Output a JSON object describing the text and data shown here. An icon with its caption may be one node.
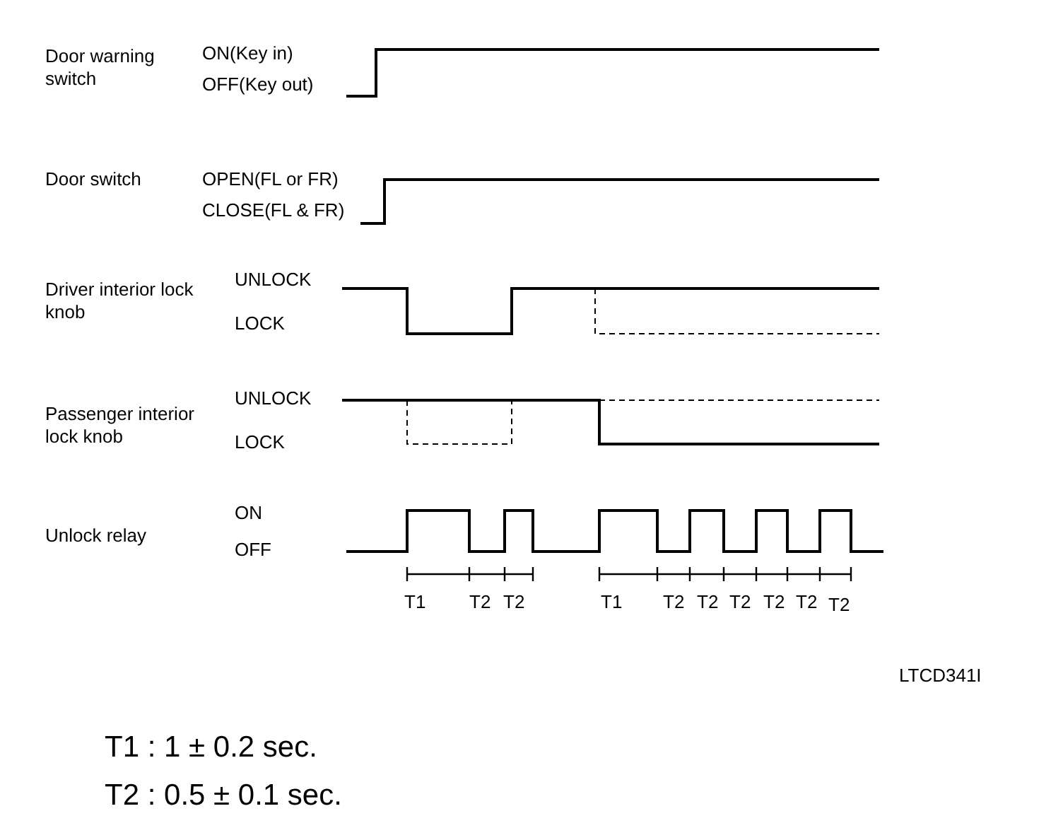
{
  "diagram": {
    "labels": [
      "Door warning switch",
      "ON(Key in)",
      "OFF(Key out)",
      "Door switch",
      "OPEN(FL or FR)",
      "CLOSE(FL & FR)",
      "Driver interior lock knob",
      "UNLOCK",
      "LOCK",
      "Passenger interior lock knob",
      "UNLOCK",
      "LOCK",
      "Unlock relay",
      "ON",
      "OFF",
      "T1",
      "T2",
      "T2",
      "T1",
      "T2",
      "T2",
      "T2",
      "T2",
      "T2",
      "T2",
      "LTCD341I",
      "T1 : 1 ± 0.2 sec.",
      "T2 : 0.5 ± 0.1 sec."
    ]
  }
}
